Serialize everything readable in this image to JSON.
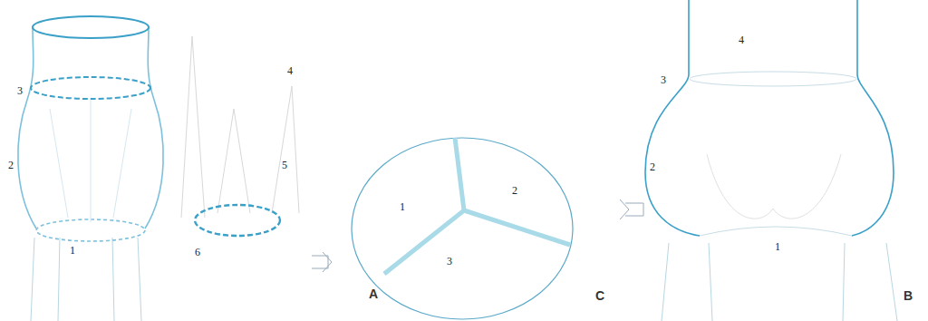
{
  "diagram": {
    "labels": [
      "3",
      "2",
      "1",
      "4",
      "5",
      "6",
      "A",
      "1",
      "2",
      "3",
      "C",
      "4",
      "3",
      "2",
      "1",
      "B"
    ]
  }
}
